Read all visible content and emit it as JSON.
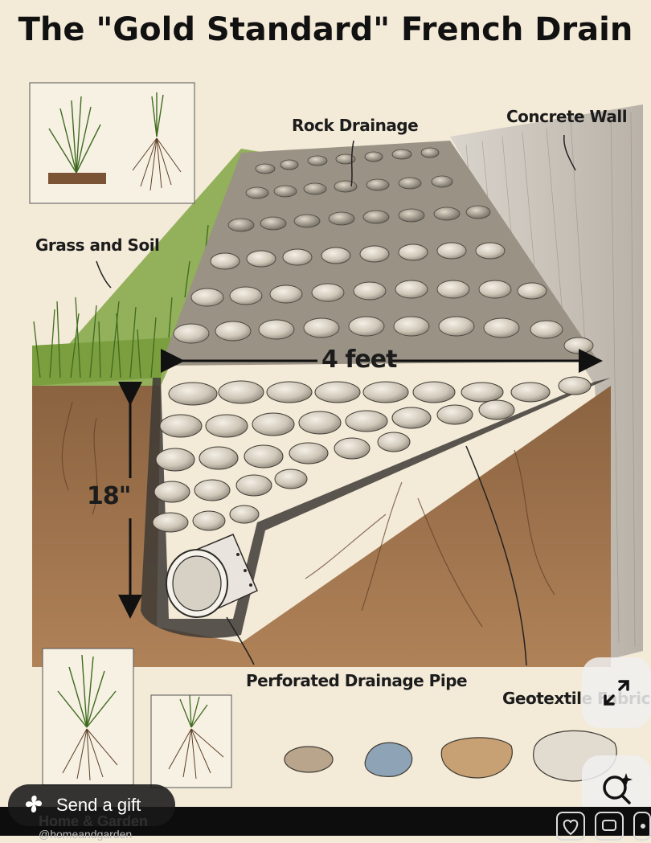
{
  "poster": {
    "title": "The \"Gold Standard\" French Drain",
    "labels": {
      "rock": "Rock Drainage",
      "wall": "Concrete Wall",
      "grass": "Grass and Soil",
      "width": "4 feet",
      "depth": "18\"",
      "pipe": "Perforated Drainage Pipe",
      "fabric": "Geotextile Fabric"
    }
  },
  "overlay": {
    "gift_label": "Send a gift",
    "account_name": "Home & Garden",
    "account_handle": "@homeandgarden"
  },
  "icons": {
    "expand": "expand-icon",
    "search": "sparkle-search-icon",
    "gift": "gift-icon",
    "like": "heart-icon",
    "comment": "comment-icon",
    "share": "share-icon"
  }
}
